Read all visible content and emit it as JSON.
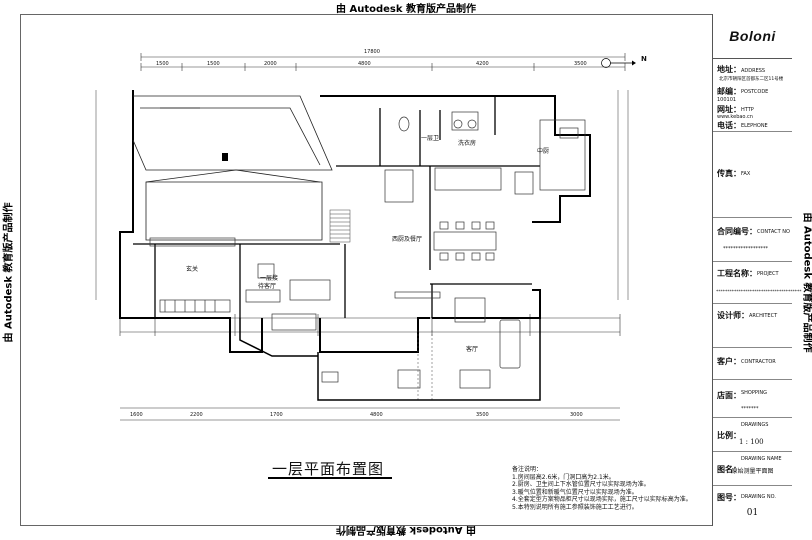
{
  "watermark": "由 Autodesk 教育版产品制作",
  "brand": "Boloni",
  "title_block": {
    "address_label": "地址：",
    "address_en": "ADDRESS",
    "address_value": "北京市朝阳区首都东二区11号楼",
    "postcode_label": "邮编：",
    "postcode_en": "POSTCODE",
    "postcode_value": "100101",
    "website_label": "网址：",
    "website_en": "HTTP",
    "website_value": "www.kebao.cn",
    "phone_label": "电话：",
    "phone_en": "ELEPHONE",
    "fax_label": "传真：",
    "fax_en": "FAX",
    "contract_label": "合同编号：",
    "contract_en": "CONTACT NO",
    "contract_value": "******************",
    "project_label": "工程名称：",
    "project_en": "PROJECT",
    "project_value": "**************************************",
    "architect_label": "设计师：",
    "architect_en": "ARCHITECT",
    "contractor_label": "客户：",
    "contractor_en": "CONTRACTOR",
    "shop_label": "店面：",
    "shop_en": "SHOPPING",
    "shop_value": "*******",
    "scale_label": "比例：",
    "scale_en": "DRAWINGS",
    "scale_value": "1  :  100",
    "drawing_name_label": "图名：",
    "drawing_name_en": "DRAWING NAME",
    "drawing_name_value": "原始测量平面图",
    "drawing_no_label": "图号：",
    "drawing_no_en": "DRAWING NO.",
    "drawing_no_value": "01"
  },
  "plan": {
    "north_label": "N",
    "overall_dimension": "17800",
    "top_dimensions": [
      "1500",
      "1500",
      "2000",
      "4800",
      "4200",
      "3500"
    ],
    "bottom_dimensions": [
      "1600",
      "2200",
      "1700",
      "4800",
      "3500",
      "3000"
    ],
    "rooms": {
      "bath": "一层卫",
      "laundry": "洗衣房",
      "kitchen": "中厨",
      "dining": "西厨及餐厅",
      "foyer": "玄关",
      "stair_hall_1": "一层接",
      "stair_hall_2": "待客厅",
      "living": "客厅"
    }
  },
  "drawing_title": "一层平面布置图",
  "notes": {
    "heading": "备注说明：",
    "items": [
      "1.房间层高2.6米，门洞口高为2.1米。",
      "2.厨房、卫生间上下水管位置尺寸以实际现场为准。",
      "3.暖气位置和新暖气位置尺寸以实际现场为准。",
      "4.全套定型方案物品柜尺寸以现场实际，施工尺寸以实际标高为准。",
      "5.本特别说明所有施工参照装饰施工工艺进行。"
    ]
  }
}
